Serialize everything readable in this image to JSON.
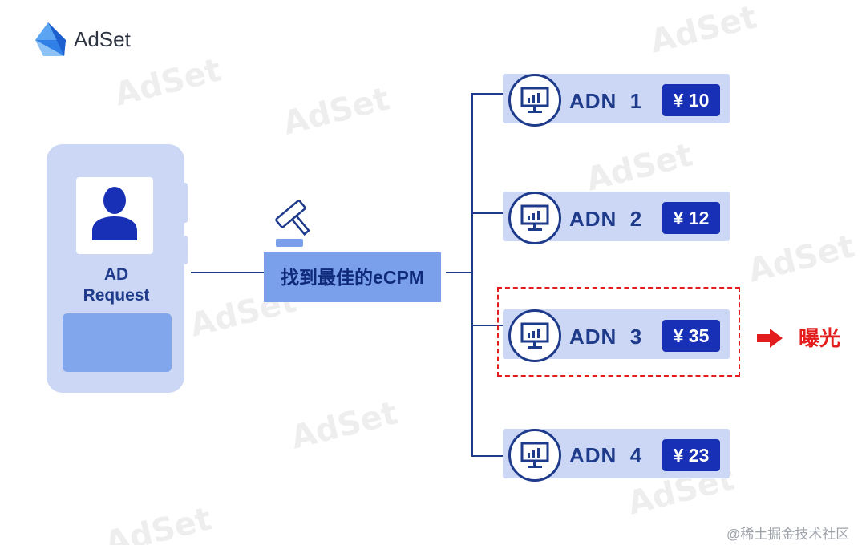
{
  "brand": {
    "name": "AdSet"
  },
  "watermark": "AdSet",
  "request": {
    "label_line1": "AD",
    "label_line2": "Request"
  },
  "auction": {
    "label": "找到最佳的eCPM"
  },
  "networks": [
    {
      "name": "ADN",
      "index": "1",
      "price": "¥ 10"
    },
    {
      "name": "ADN",
      "index": "2",
      "price": "¥ 12"
    },
    {
      "name": "ADN",
      "index": "3",
      "price": "¥ 35"
    },
    {
      "name": "ADN",
      "index": "4",
      "price": "¥ 23"
    }
  ],
  "result": {
    "label": "曝光"
  },
  "credit": "@稀土掘金技术社区",
  "colors": {
    "navy": "#1e3a8a",
    "light_blue": "#cbd7f4",
    "mid_blue": "#7aa0ec",
    "price_blue": "#1730b5",
    "red": "#e31d1d"
  },
  "icons": [
    "logo-icon",
    "user-icon",
    "gavel-icon",
    "monitor-chart-icon",
    "arrow-right-icon"
  ]
}
